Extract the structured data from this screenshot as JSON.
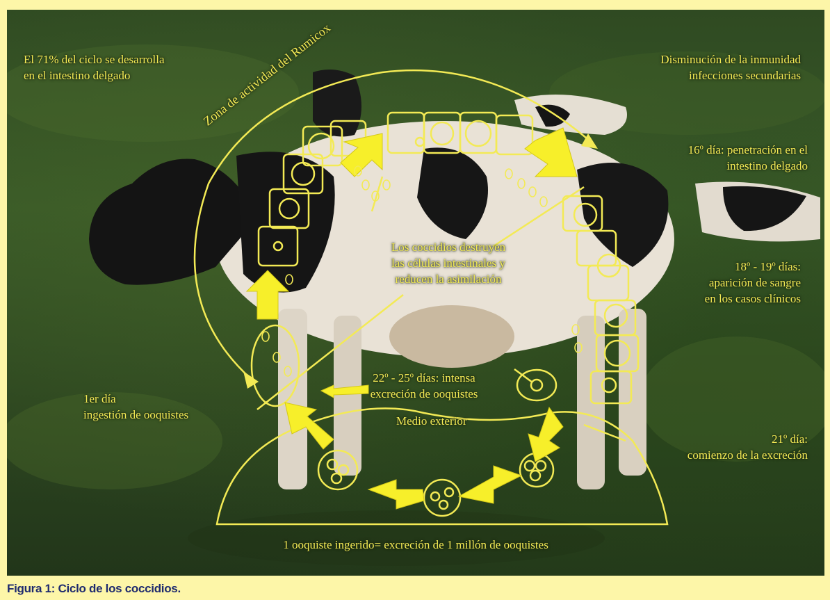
{
  "labels": {
    "top_left_line1": "El 71% del ciclo se desarrolla",
    "top_left_line2": "en el intestino delgado",
    "arc_zone": "Zona de actividad del Rumicox",
    "top_right_line1": "Disminución de la inmunidad",
    "top_right_line2": "infecciones secundarias",
    "day16_line1": "16º día: penetración en el",
    "day16_line2": "intestino delgado",
    "center_line1": "Los coccidios destruyen",
    "center_line2": "las células intestinales y",
    "center_line3": "reducen la asimilación",
    "day18_line1": "18º - 19º días:",
    "day18_line2": "aparición de sangre",
    "day18_line3": "en los casos clínicos",
    "day22_line1": "22º - 25º días: intensa",
    "day22_line2": "excreción de ooquistes",
    "day1_line1": "1er día",
    "day1_line2": "ingestión de ooquistes",
    "exterior": "Medio exterior",
    "day21_line1": "21º día:",
    "day21_line2": "comienzo de la excreción",
    "bottom": "1 ooquiste ingerido= excreción de 1 millón de ooquistes"
  },
  "caption": "Figura 1: Ciclo de los coccidios.",
  "colors": {
    "diagram_yellow": "#f3ea55",
    "arrow_yellow": "#f7ef2a",
    "caption_text": "#1e2a6e",
    "frame": "#fdf6a8"
  }
}
